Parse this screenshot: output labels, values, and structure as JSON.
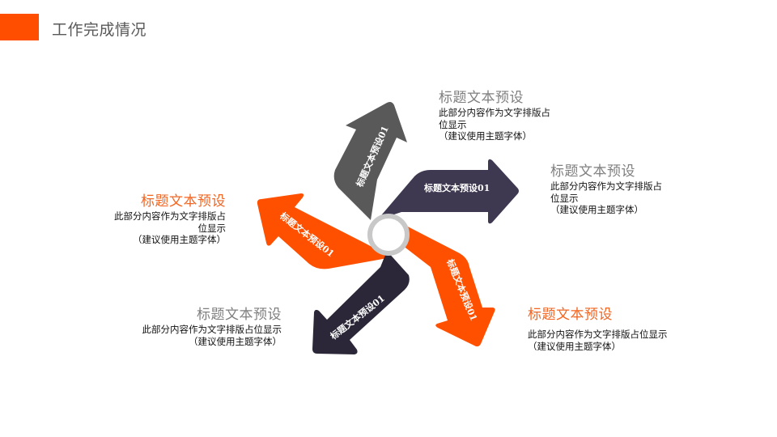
{
  "header": {
    "title": "工作完成情况",
    "accent_color": "#ff4e00"
  },
  "diagram": {
    "center_ring_color": "#c8c8c8",
    "arrows": [
      {
        "id": "gray-up",
        "label": "标题文本预设01",
        "color": "#595959",
        "direction": "up"
      },
      {
        "id": "purple-right",
        "label": "标题文本预设01",
        "color": "#3f3851",
        "direction": "right"
      },
      {
        "id": "orange-upleft",
        "label": "标题文本预设01",
        "color": "#ff5000",
        "direction": "up-left"
      },
      {
        "id": "navy-downleft",
        "label": "标题文本预设01",
        "color": "#2b2738",
        "direction": "down-left"
      },
      {
        "id": "orange-down",
        "label": "标题文本预设01",
        "color": "#ff5000",
        "direction": "down"
      }
    ]
  },
  "text_blocks": [
    {
      "id": "top",
      "title": "标题文本预设",
      "body": "此部分内容作为文字排版占\n位显示\n（建议使用主题字体）"
    },
    {
      "id": "right",
      "title": "标题文本预设",
      "body": "此部分内容作为文字排版占\n位显示\n（建议使用主题字体）"
    },
    {
      "id": "left",
      "title": "标题文本预设",
      "body": "此部分内容作为文字排版占\n位显示\n（建议使用主题字体）"
    },
    {
      "id": "bottom-left",
      "title": "标题文本预设",
      "body": "此部分内容作为文字排版占位显示\n（建议使用主题字体）"
    },
    {
      "id": "bottom-right",
      "title": "标题文本预设",
      "body": "此部分内容作为文字排版占位显示\n（建议使用主题字体）"
    }
  ]
}
